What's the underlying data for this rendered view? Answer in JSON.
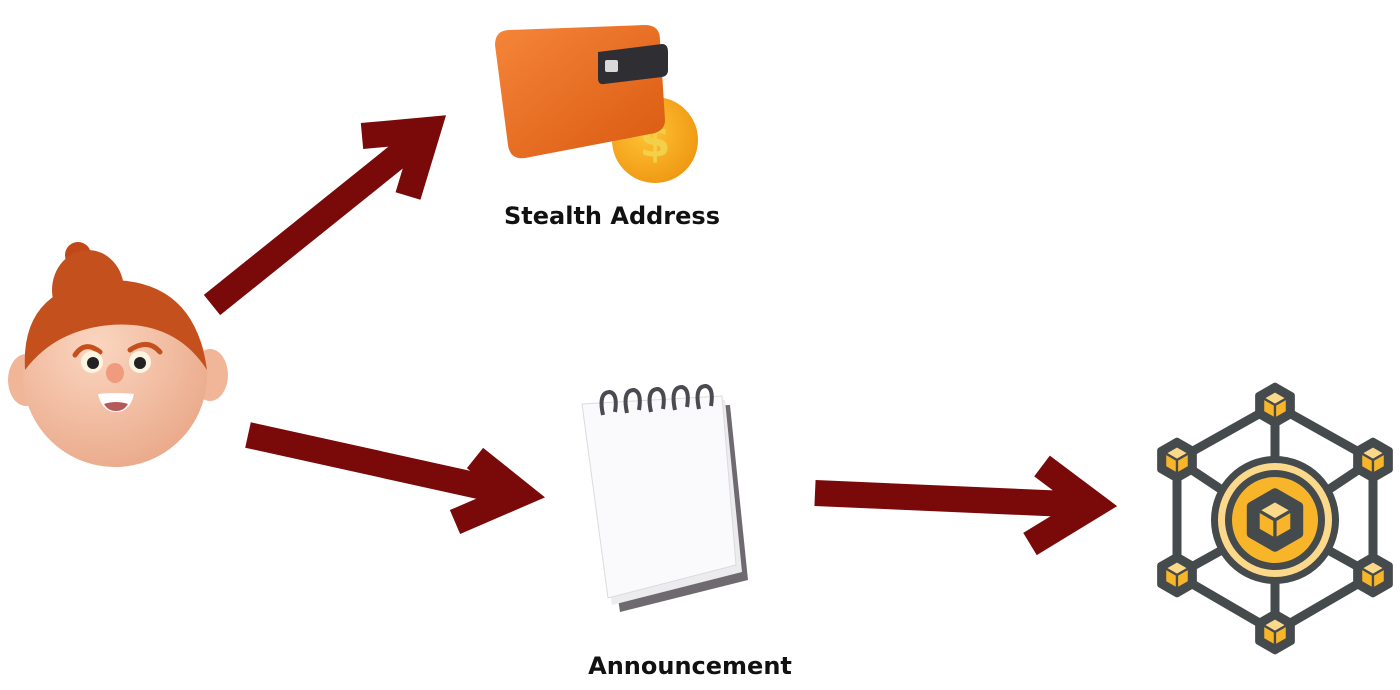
{
  "labels": {
    "stealth_address": "Stealth Address",
    "announcement": "Announcement"
  },
  "nodes": [
    {
      "id": "sender",
      "icon": "person-avatar-icon"
    },
    {
      "id": "stealth-address",
      "icon": "wallet-coin-icon",
      "label": "Stealth Address"
    },
    {
      "id": "announcement",
      "icon": "notepad-icon",
      "label": "Announcement"
    },
    {
      "id": "blockchain",
      "icon": "blockchain-network-icon"
    }
  ],
  "edges": [
    {
      "from": "sender",
      "to": "stealth-address"
    },
    {
      "from": "sender",
      "to": "announcement"
    },
    {
      "from": "announcement",
      "to": "blockchain"
    }
  ],
  "colors": {
    "arrow": "#7a0a0a",
    "hair": "#c4501e",
    "skin": "#f6c3a6",
    "wallet": "#ee6e1e",
    "coin": "#f6a417",
    "chain_dark": "#454a4d",
    "chain_gold": "#f9b52a",
    "chain_light": "#fcd98a"
  }
}
